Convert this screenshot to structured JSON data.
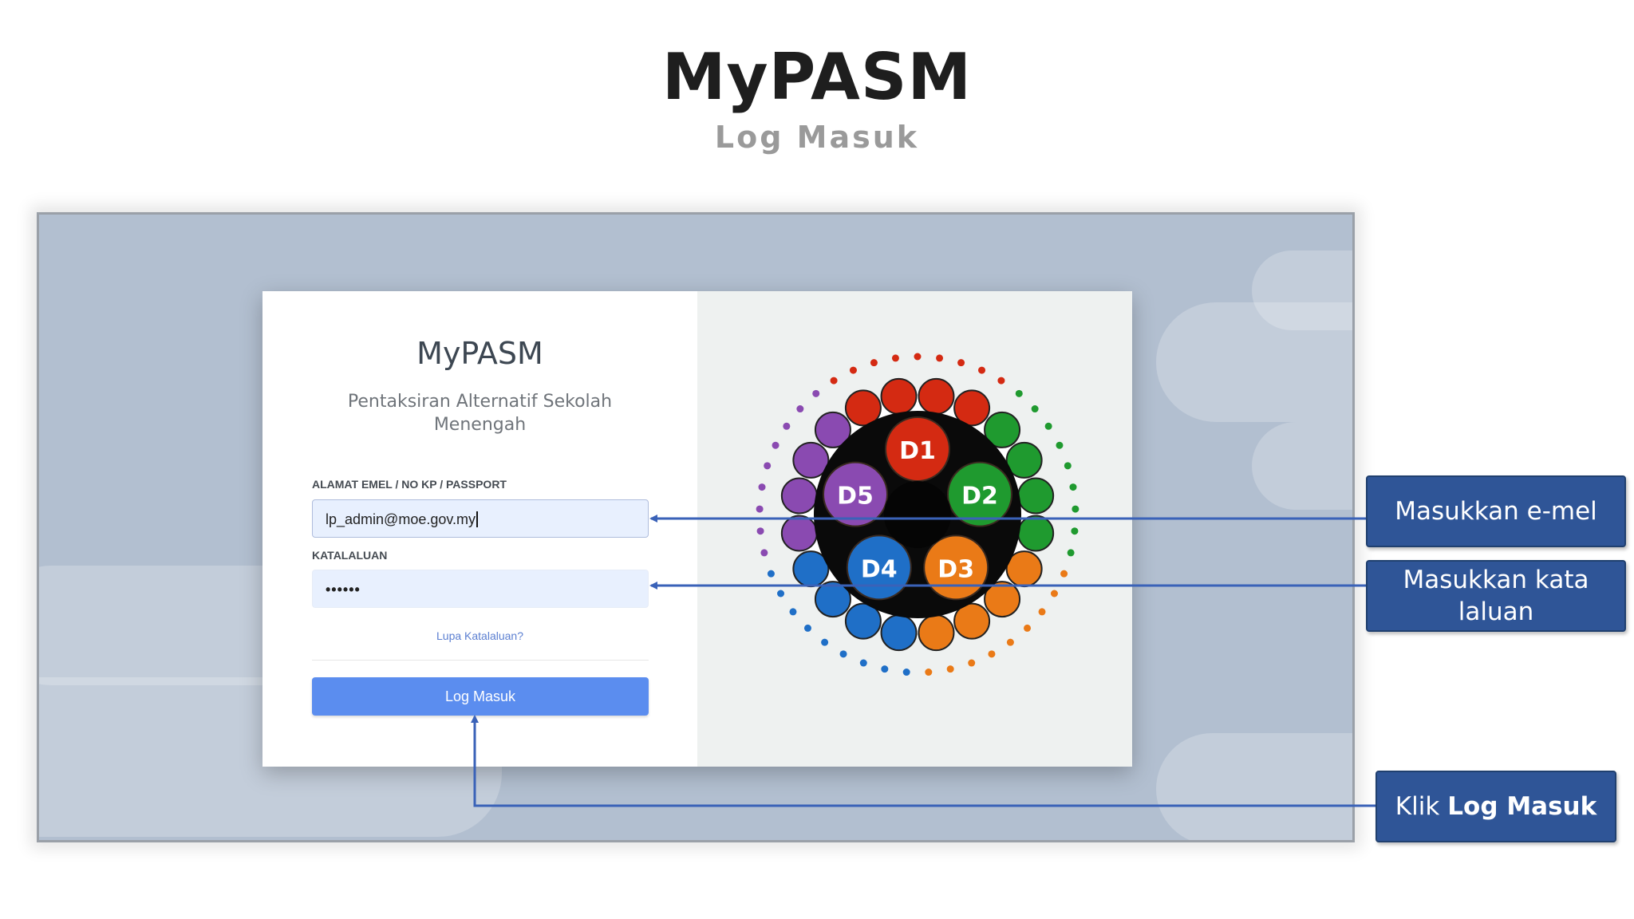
{
  "slide": {
    "title": "MyPASM",
    "subtitle": "Log Masuk"
  },
  "login": {
    "app_name": "MyPASM",
    "app_desc": "Pentaksiran Alternatif Sekolah Menengah",
    "email_label": "ALAMAT EMEL / NO KP / PASSPORT",
    "email_value": "lp_admin@moe.gov.my",
    "password_label": "KATALALUAN",
    "password_value": "••••••",
    "forgot_link": "Lupa Katalaluan?",
    "login_button": "Log Masuk"
  },
  "logo": {
    "segments": [
      "D1",
      "D2",
      "D3",
      "D4",
      "D5"
    ],
    "colors": {
      "D1": "#d42a12",
      "D2": "#1f9a2f",
      "D3": "#ea7a17",
      "D4": "#1f6fc7",
      "D5": "#8a4ab1"
    }
  },
  "callouts": {
    "email": "Masukkan e-mel",
    "password": "Masukkan kata laluan",
    "login_prefix": "Klik",
    "login_bold": "Log Masuk"
  },
  "colors": {
    "callout_bg": "#2f5597",
    "connector": "#3a62b8",
    "button": "#5b8def",
    "input_bg": "#e8f0fe"
  }
}
